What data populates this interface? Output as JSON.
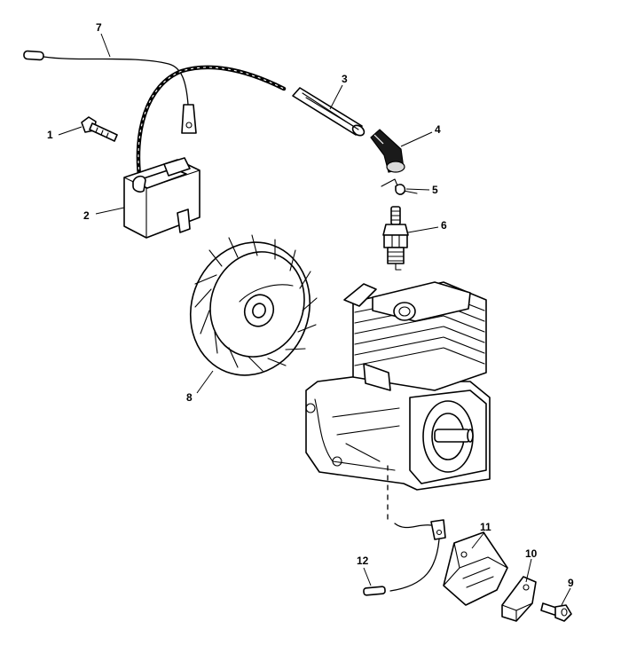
{
  "parts": [
    {
      "id": "bolt-coil",
      "number": "1"
    },
    {
      "id": "ignition-coil",
      "number": "2"
    },
    {
      "id": "boot-sleeve",
      "number": "3"
    },
    {
      "id": "spark-plug-cap",
      "number": "4"
    },
    {
      "id": "spring-clip",
      "number": "5"
    },
    {
      "id": "spark-plug",
      "number": "6"
    },
    {
      "id": "ignition-lead-wire",
      "number": "7"
    },
    {
      "id": "flywheel",
      "number": "8"
    },
    {
      "id": "bolt-bracket",
      "number": "9"
    },
    {
      "id": "bracket-plate",
      "number": "10"
    },
    {
      "id": "wire-holder",
      "number": "11"
    },
    {
      "id": "ground-wire",
      "number": "12"
    }
  ]
}
